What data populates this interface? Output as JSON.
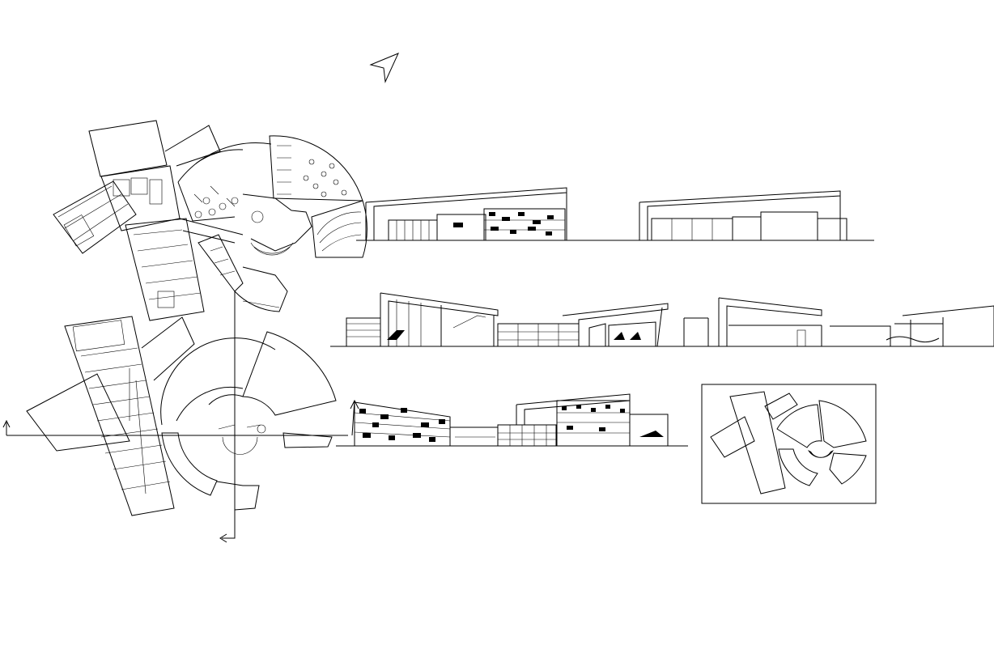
{
  "drawing": {
    "background": "#ffffff",
    "line_color": "#000000",
    "north_arrow_icon": "north-arrow-icon",
    "views": [
      "plan-level-1",
      "plan-level-2",
      "elevation-1",
      "elevation-2",
      "elevation-3",
      "elevation-4",
      "elevation-5",
      "site-plan-inset"
    ]
  }
}
